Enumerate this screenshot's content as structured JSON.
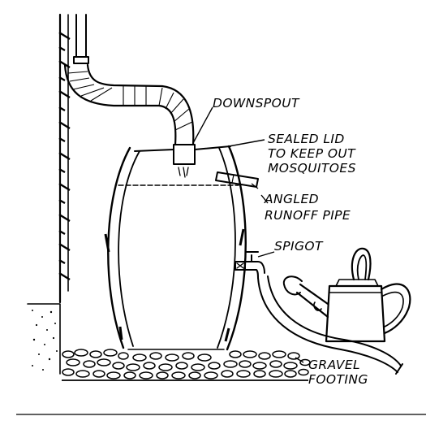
{
  "labels": {
    "downspout": "DOWNSPOUT",
    "lid_line1": "SEALED LID",
    "lid_line2": "TO KEEP OUT",
    "lid_line3": "MOSQUITOES",
    "runoff_line1": "ANGLED",
    "runoff_line2": "RUNOFF PIPE",
    "spigot": "SPIGOT",
    "gravel_line1": "GRAVEL",
    "gravel_line2": "FOOTING"
  },
  "colors": {
    "ink": "#000000",
    "paper": "#ffffff"
  }
}
